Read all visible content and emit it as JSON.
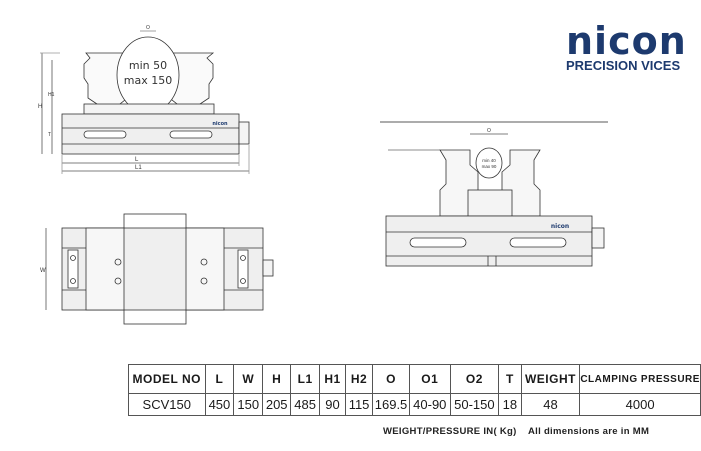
{
  "brand": {
    "logo_text": "nicon",
    "tagline": "PRECISION VICES"
  },
  "drawing": {
    "front_view": {
      "jaw_label_min": "min 50",
      "jaw_label_max": "max 150",
      "dim_L": "L",
      "dim_L1": "L1",
      "dim_H": "H",
      "dim_H1": "H1",
      "dim_T": "T",
      "dim_O": "O",
      "body_logo": "nicon"
    },
    "top_view": {
      "dim_W": "W"
    },
    "side_view": {
      "jaw_label_min": "min 40",
      "jaw_label_max": "max 90",
      "dim_O": "O",
      "body_logo": "nicon"
    }
  },
  "table": {
    "headers": [
      "MODEL NO",
      "L",
      "W",
      "H",
      "L1",
      "H1",
      "H2",
      "O",
      "O1",
      "O2",
      "T",
      "WEIGHT",
      "CLAMPING PRESSURE"
    ],
    "rows": [
      [
        "SCV150",
        "450",
        "150",
        "205",
        "485",
        "90",
        "115",
        "169.5",
        "40-90",
        "50-150",
        "18",
        "48",
        "4000"
      ]
    ]
  },
  "footnote": "WEIGHT/PRESSURE IN( Kg)    All dimensions are in MM",
  "colors": {
    "brand": "#1d3a6e",
    "line": "#333333",
    "body_fill": "#efefef"
  }
}
